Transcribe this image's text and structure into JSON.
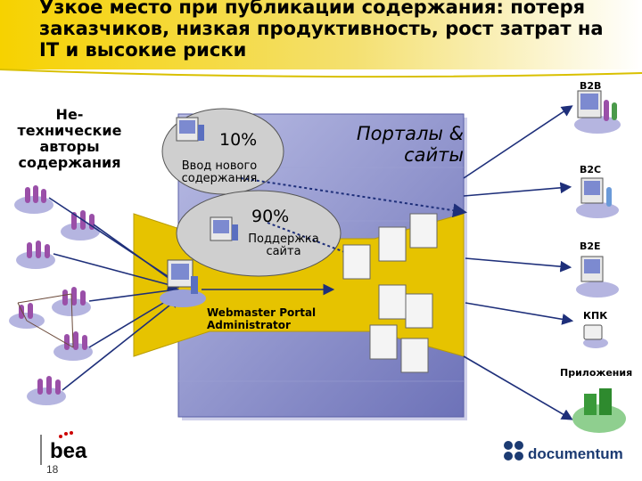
{
  "title": "Узкое место при публикации содержания: потеря заказчиков, низкая продуктивность, рост затрат на IT и высокие риски",
  "authors_label": "Не-технические авторы содержания",
  "bubble_top": {
    "percent": "10%",
    "caption": "Ввод нового содержания"
  },
  "bubble_bottom": {
    "percent": "90%",
    "caption": "Поддержка сайта"
  },
  "portals_label": "Порталы & сайты",
  "webmaster_label": "Webmaster Portal Administrator",
  "channels": [
    "B2B",
    "B2C",
    "B2E",
    "КПК",
    "Приложения"
  ],
  "page_number": "18",
  "logos": {
    "left": "bea",
    "right": "documentum"
  },
  "colors": {
    "title_bar": "#f2c400",
    "funnel": "#e8c200",
    "portal_box": "#8a8fc8",
    "bubble": "#c9c9c9",
    "arrow": "#1e2f7a"
  }
}
